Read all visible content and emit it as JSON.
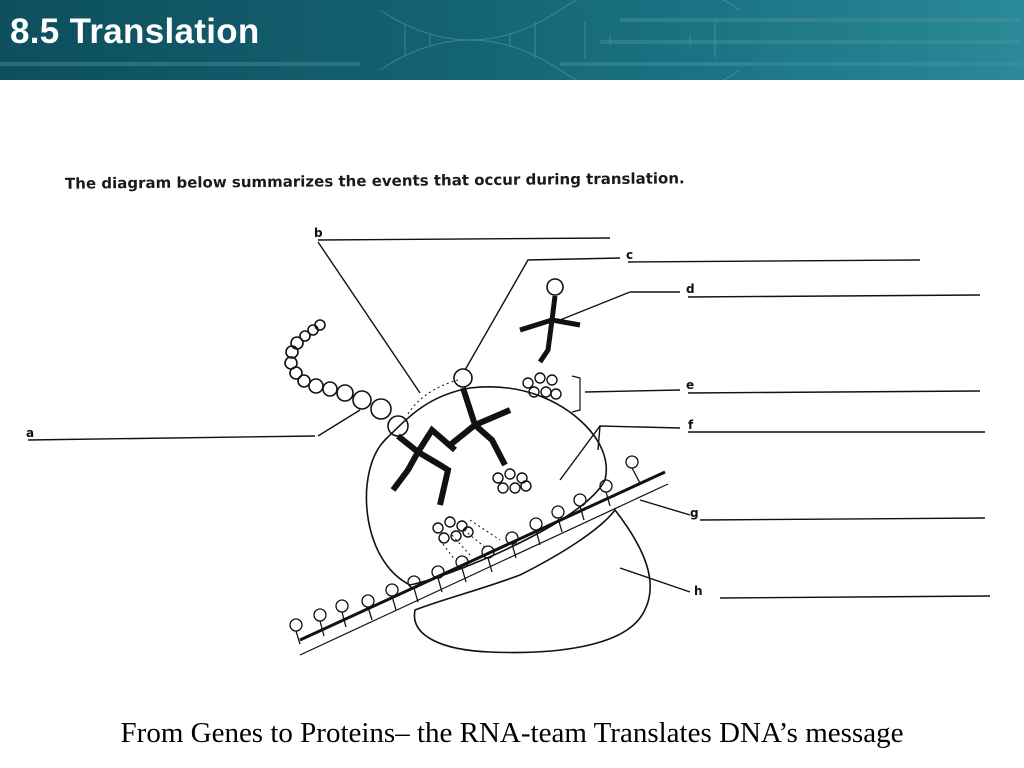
{
  "slide": {
    "title": "8.5 Translation",
    "intro": "The diagram below summarizes the events that occur during translation.",
    "labels": {
      "a": "a",
      "b": "b",
      "c": "c",
      "d": "d",
      "e": "e",
      "f": "f",
      "g": "g",
      "h": "h"
    },
    "caption": "From Genes to Proteins– the RNA-team Translates DNA’s message"
  },
  "colors": {
    "header_bg": "#13606f",
    "title_text": "#ffffff",
    "ink": "#111111"
  }
}
